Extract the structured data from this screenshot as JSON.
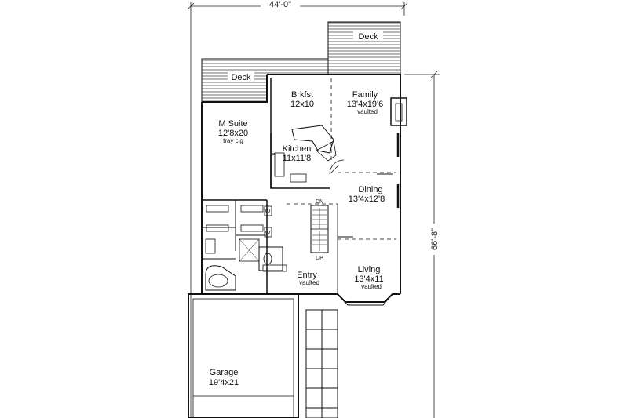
{
  "dimensions": {
    "width": "44'-0\"",
    "depth": "66'-8\""
  },
  "rooms": {
    "deck_upper": {
      "name": "Deck"
    },
    "deck_lower": {
      "name": "Deck"
    },
    "brkfst": {
      "name": "Brkfst",
      "size": "12x10"
    },
    "family": {
      "name": "Family",
      "size": "13'4x19'6",
      "note": "vaulted"
    },
    "m_suite": {
      "name": "M Suite",
      "size": "12'8x20",
      "note": "tray clg"
    },
    "kitchen": {
      "name": "Kitchen",
      "size": "11x11'8"
    },
    "dining": {
      "name": "Dining",
      "size": "13'4x12'8"
    },
    "living": {
      "name": "Living",
      "size": "13'4x11",
      "note": "vaulted"
    },
    "entry": {
      "name": "Entry",
      "note": "vaulted"
    },
    "garage": {
      "name": "Garage",
      "size": "19'4x21"
    }
  },
  "stairs": {
    "down": "DN",
    "up": "UP"
  },
  "fixtures": {
    "pantry": "P",
    "wh": "W",
    "washer": "W"
  }
}
